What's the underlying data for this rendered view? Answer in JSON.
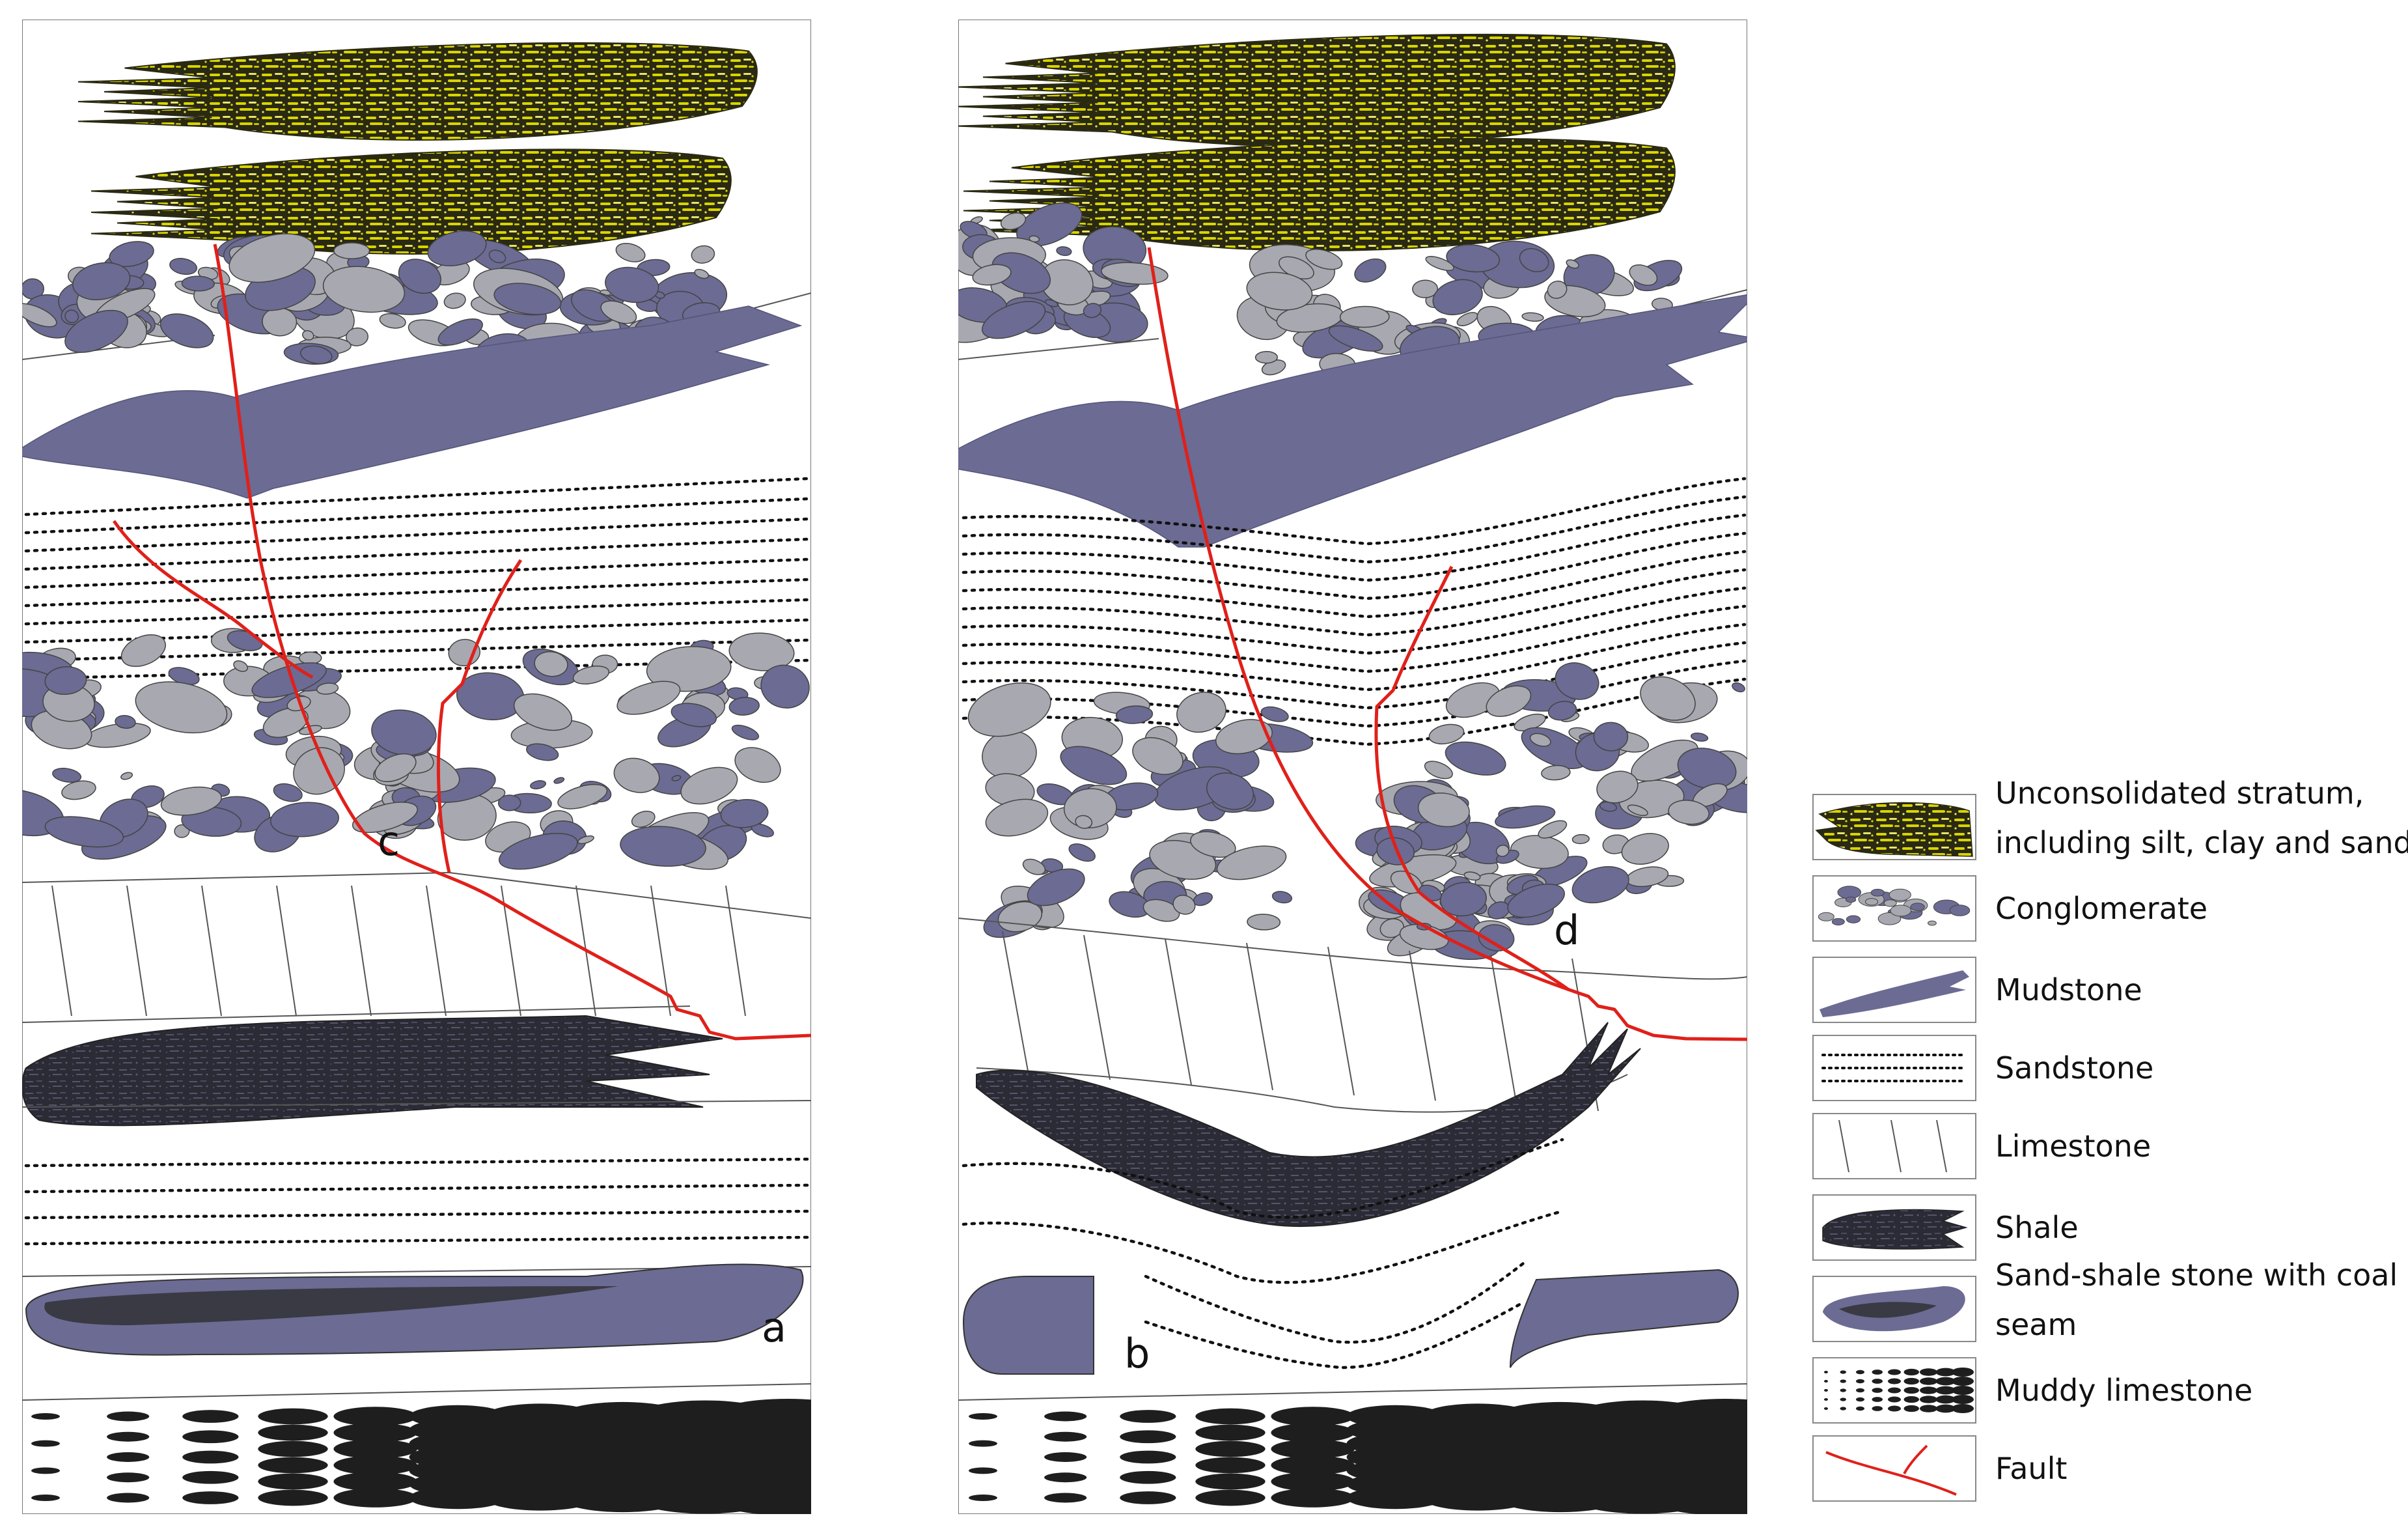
{
  "colors": {
    "unconsolidated": "#d9d400",
    "unconsolidated_dark": "#2a2a12",
    "mudstone": "#6b6b93",
    "clast_dark": "#6b6b93",
    "clast_light": "#a8a8b0",
    "shale": "#2b2b36",
    "coal_seam_outer": "#6b6b93",
    "coal_seam_inner": "#3a3a44",
    "muddy_limestone": "#1e1e1e",
    "fault": "#e0201a",
    "line": "#555555"
  },
  "panels": {
    "left_label_a": "a",
    "left_label_c": "c",
    "right_label_b": "b",
    "right_label_d": "d"
  },
  "legend": {
    "items": [
      {
        "key": "unconsolidated",
        "icon": "unconsolidated-stratum-icon",
        "label_lines": [
          "Unconsolidated stratum,",
          "including silt, clay and sand"
        ]
      },
      {
        "key": "conglomerate",
        "icon": "conglomerate-icon",
        "label_lines": [
          "Conglomerate"
        ]
      },
      {
        "key": "mudstone",
        "icon": "mudstone-icon",
        "label_lines": [
          "Mudstone"
        ]
      },
      {
        "key": "sandstone",
        "icon": "sandstone-icon",
        "label_lines": [
          "Sandstone"
        ]
      },
      {
        "key": "limestone",
        "icon": "limestone-icon",
        "label_lines": [
          "Limestone"
        ]
      },
      {
        "key": "shale",
        "icon": "shale-icon",
        "label_lines": [
          "Shale"
        ]
      },
      {
        "key": "sand_shale_coal",
        "icon": "coal-seam-icon",
        "label_lines": [
          "Sand-shale stone with coal",
          "seam"
        ]
      },
      {
        "key": "muddy_limestone",
        "icon": "muddy-limestone-icon",
        "label_lines": [
          "Muddy limestone"
        ]
      },
      {
        "key": "fault",
        "icon": "fault-icon",
        "label_lines": [
          "Fault"
        ]
      }
    ]
  }
}
